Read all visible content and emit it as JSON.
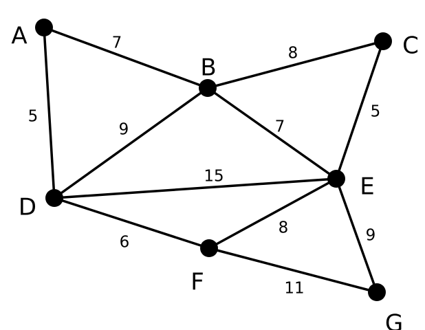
{
  "graph": {
    "nodes": [
      {
        "id": "A",
        "label": "A"
      },
      {
        "id": "B",
        "label": "B"
      },
      {
        "id": "C",
        "label": "C"
      },
      {
        "id": "D",
        "label": "D"
      },
      {
        "id": "E",
        "label": "E"
      },
      {
        "id": "F",
        "label": "F"
      },
      {
        "id": "G",
        "label": "G"
      }
    ],
    "edges": [
      {
        "from": "A",
        "to": "B",
        "weight": "7"
      },
      {
        "from": "A",
        "to": "D",
        "weight": "5"
      },
      {
        "from": "B",
        "to": "C",
        "weight": "8"
      },
      {
        "from": "B",
        "to": "D",
        "weight": "9"
      },
      {
        "from": "B",
        "to": "E",
        "weight": "7"
      },
      {
        "from": "C",
        "to": "E",
        "weight": "5"
      },
      {
        "from": "D",
        "to": "E",
        "weight": "15"
      },
      {
        "from": "D",
        "to": "F",
        "weight": "6"
      },
      {
        "from": "F",
        "to": "E",
        "weight": "8"
      },
      {
        "from": "E",
        "to": "G",
        "weight": "9"
      },
      {
        "from": "F",
        "to": "G",
        "weight": "11"
      }
    ]
  }
}
